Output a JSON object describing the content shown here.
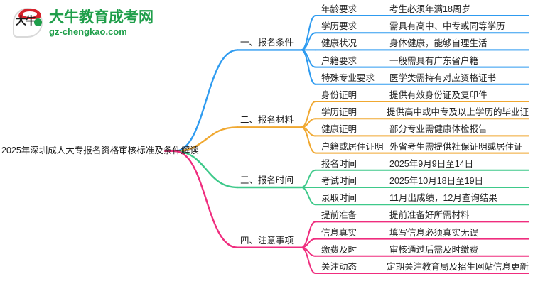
{
  "logo": {
    "mark_text": "大牛",
    "title": "大牛教育成考网",
    "subtitle": "gz-chengkao.com",
    "brand_green": "#1f9e4a",
    "brand_red": "#d6232c"
  },
  "mindmap": {
    "root": "2025年深圳成人大专报名资格审核标准及条件解读",
    "branches": [
      {
        "label": "一、报名条件",
        "color": "#2e9bf0",
        "items": [
          {
            "key": "年龄要求",
            "value": "考生必须年满18周岁"
          },
          {
            "key": "学历要求",
            "value": "需具有高中、中专或同等学历"
          },
          {
            "key": "健康状况",
            "value": "身体健康，能够自理生活"
          },
          {
            "key": "户籍要求",
            "value": "一般需具有广东省户籍"
          },
          {
            "key": "特殊专业要求",
            "value": "医学类需持有对应资格证书"
          }
        ]
      },
      {
        "label": "二、报名材料",
        "color": "#f0a830",
        "items": [
          {
            "key": "身份证明",
            "value": "提供有效身份证及复印件"
          },
          {
            "key": "学历证明",
            "value": "提供高中或中专及以上学历的毕业证"
          },
          {
            "key": "健康证明",
            "value": "部分专业需健康体检报告"
          },
          {
            "key": "户籍或居住证明",
            "value": "外省考生需提供社保证明或居住证"
          }
        ]
      },
      {
        "label": "三、报名时间",
        "color": "#3ec98a",
        "items": [
          {
            "key": "报名时间",
            "value": "2025年9月9日至14日"
          },
          {
            "key": "考试时间",
            "value": "2025年10月18日至19日"
          },
          {
            "key": "录取时间",
            "value": "11月出成绩，12月查询结果"
          }
        ]
      },
      {
        "label": "四、注意事项",
        "color": "#ef2d7e",
        "items": [
          {
            "key": "提前准备",
            "value": "提前准备好所需材料"
          },
          {
            "key": "信息真实",
            "value": "填写信息必须真实无误"
          },
          {
            "key": "缴费及时",
            "value": "审核通过后需及时缴费"
          },
          {
            "key": "关注动态",
            "value": "定期关注教育局及招生网站信息更新"
          }
        ]
      }
    ]
  }
}
